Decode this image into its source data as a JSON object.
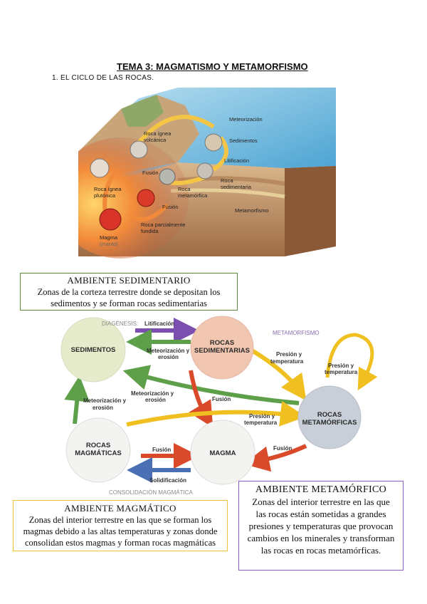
{
  "header": {
    "title": "TEMA 3: MAGMATISMO Y METAMORFISMO",
    "subtitle": "1. EL CICLO DE LAS ROCAS."
  },
  "block_diagram": {
    "labels": {
      "meteorizacion": "Meteorización",
      "sedimentos": "Sedimentos",
      "litificacion": "Litificación",
      "roca_ignea_volcanica_1": "Roca ígnea",
      "roca_ignea_volcanica_2": "volcánica",
      "fusion_top": "Fusión",
      "roca_ignea_plutonica_1": "Roca ígnea",
      "roca_ignea_plutonica_2": "plutónica",
      "roca_metamorfica_1": "Roca",
      "roca_metamorfica_2": "metamórfica",
      "roca_sedimentaria_1": "Roca",
      "roca_sedimentaria_2": "sedimentaria",
      "fusion_bottom": "Fusión",
      "metamorfismo": "Metamorfismo",
      "roca_parcial_1": "Roca parcialmente",
      "roca_parcial_2": "fundida",
      "magma": "Magma",
      "manto": "(manto)"
    }
  },
  "cycle": {
    "nodes": {
      "sedimentos": "SEDIMENTOS",
      "rocas_sed_1": "ROCAS",
      "rocas_sed_2": "SEDIMENTARIAS",
      "rocas_met_1": "ROCAS",
      "rocas_met_2": "METAMÓRFICAS",
      "magma": "MAGMA",
      "rocas_mag_1": "ROCAS",
      "rocas_mag_2": "MAGMÁTICAS"
    },
    "labels": {
      "diagenesis": "DIAGÉNESIS:",
      "litificacion": "Litificación",
      "metamorfismo": "METAMORFISMO",
      "meteor_erosion_top_1": "Meteorización y",
      "meteor_erosion_top_2": "erosión",
      "presion_temp_1a": "Presión y",
      "presion_temp_1b": "temperatura",
      "presion_temp_2a": "Presión y",
      "presion_temp_2b": "temperatura",
      "meteor_erosion_mid_1": "Meteorización y",
      "meteor_erosion_mid_2": "erosión",
      "fusion_1": "Fusión",
      "meteor_erosion_left_1": "Meteorización y",
      "meteor_erosion_left_2": "erosión",
      "presion_temp_3a": "Presión y",
      "presion_temp_3b": "temperatura",
      "fusion_2": "Fusión",
      "fusion_3": "Fusión",
      "solidificacion": "Solidificación",
      "consolidacion": "CONSOLIDACIÓN MAGMÁTICA"
    },
    "colors": {
      "sedimentos": "#e6eccb",
      "rocas_sedimentarias": "#f2c7b1",
      "rocas_metamorficas": "#c9cfd8",
      "magma": "#f1f1ef",
      "rocas_magmaticas": "#f1f1ef",
      "green_arrow": "#5ea04a",
      "purple_arrow": "#7a4fb0",
      "yellow_arrow": "#f0c020",
      "red_arrow": "#d84a2a",
      "blue_arrow": "#4b6fb5"
    }
  },
  "boxes": {
    "sedimentario": {
      "heading": "AMBIENTE SEDIMENTARIO",
      "line1": "Zonas de la corteza terrestre donde se depositan los",
      "line2": "sedimentos y se forman rocas sedimentarias"
    },
    "magmatico": {
      "heading": "AMBIENTE MAGMÁTICO",
      "line1": "Zonas del interior terrestre en las que se forman los",
      "line2": "magmas debido a las altas temperaturas y zonas donde",
      "line3": "consolidan estos magmas y forman rocas magmáticas"
    },
    "metamorfico": {
      "heading": "AMBIENTE METAMÓRFICO",
      "line1": "Zonas del interior terrestre en las que",
      "line2": "las rocas están sometidas a grandes",
      "line3": "presiones y temperaturas que provocan",
      "line4": "cambios en los minerales y transforman",
      "line5": "las rocas en rocas metamórficas."
    }
  }
}
